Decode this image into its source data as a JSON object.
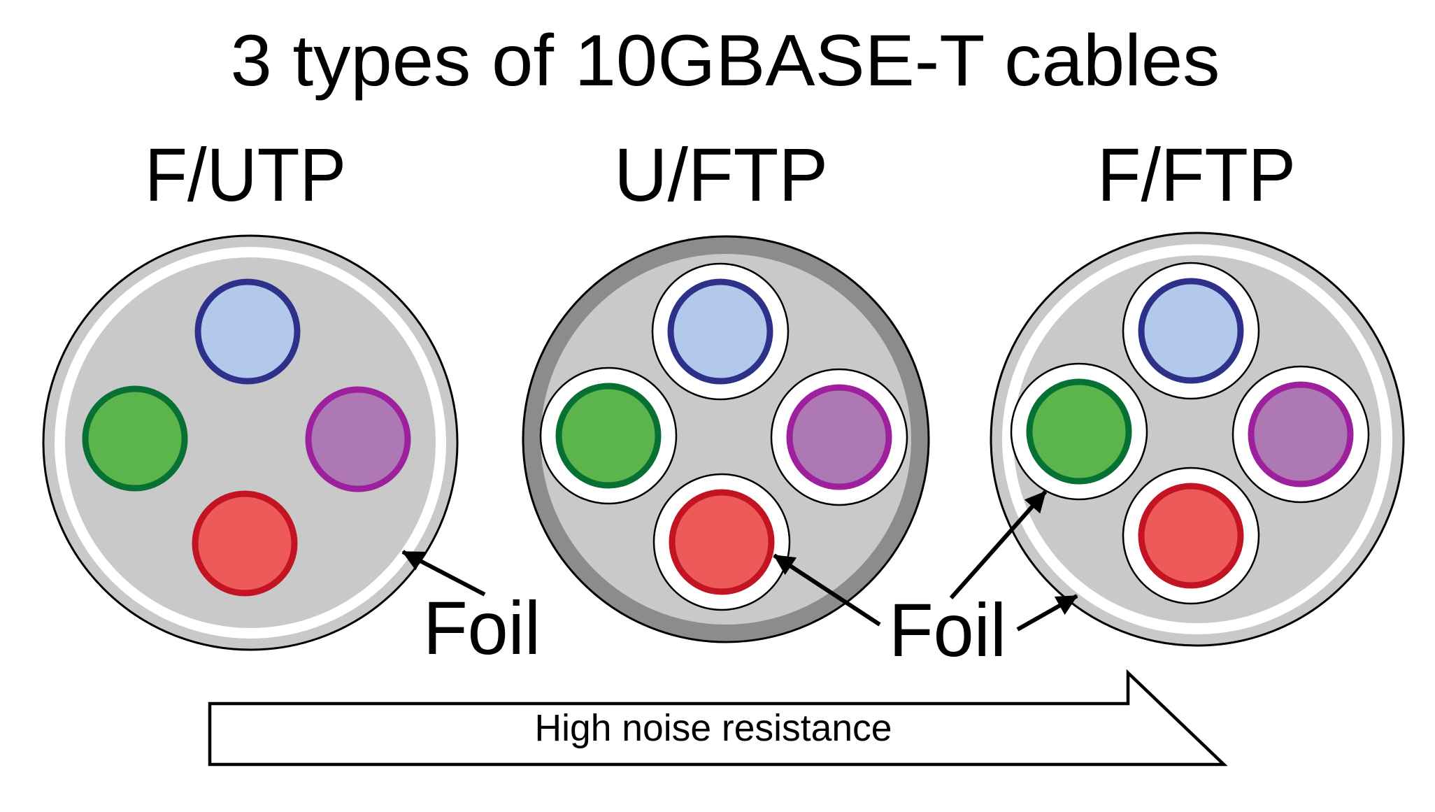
{
  "title": "3 types of 10GBASE-T cables",
  "cables": [
    {
      "label": "F/UTP",
      "wires": [
        "blue",
        "green",
        "purple",
        "red"
      ]
    },
    {
      "label": "U/FTP",
      "wires": [
        "blue",
        "green",
        "purple",
        "red"
      ]
    },
    {
      "label": "F/FTP",
      "wires": [
        "blue",
        "green",
        "purple",
        "red"
      ]
    }
  ],
  "foil_annotations": {
    "left_label": "Foil",
    "right_label": "Foil"
  },
  "banner": {
    "label": "High noise resistance"
  },
  "colors": {
    "white": "#ffffff",
    "outline_black": "#000000",
    "jacket_gray": "#c9c9c9",
    "jacket_dark_gray": "#8c8c8c",
    "wire_blue_fill": "#b3c9ec",
    "wire_blue_stroke": "#2d3189",
    "wire_green_fill": "#5cb54c",
    "wire_green_stroke": "#077033",
    "wire_purple_fill": "#ae78b4",
    "wire_purple_stroke": "#9d209d",
    "wire_red_fill": "#ee5a5a",
    "wire_red_stroke": "#c21422"
  }
}
